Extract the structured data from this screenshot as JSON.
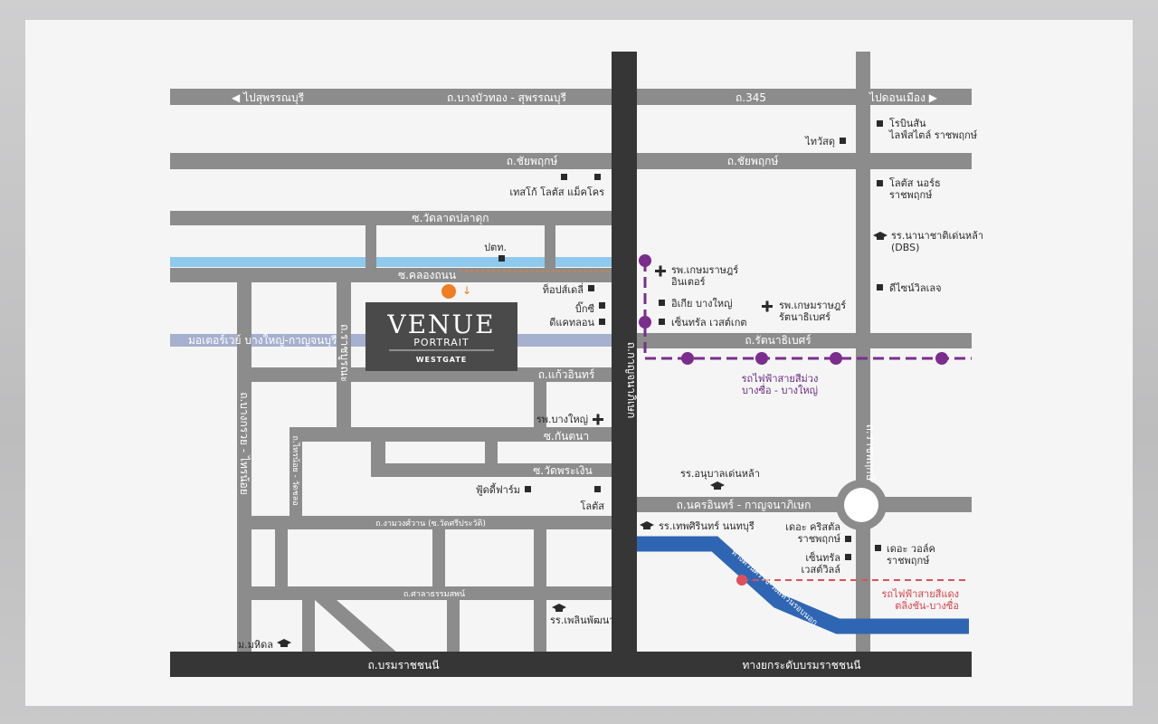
{
  "colors": {
    "road": "#8c8c8c",
    "major_road": "#363636",
    "canal": "#8fc9ec",
    "motorway": "#a6b0cf",
    "expressway": "#2f66b3",
    "purple_line": "#7b2d8e",
    "red_line": "#e0505a",
    "marker": "#ef7d22",
    "venue_box": "#4a4a4a"
  },
  "venue": {
    "name": "VENUE",
    "sub": "PORTRAIT",
    "location": "WESTGATE"
  },
  "roads": {
    "top_left": "◀ ไปสุพรรณบุรี",
    "top_mid": "ถ.บางบัวทอง - สุพรรณบุรี",
    "top_345": "ถ.345",
    "top_right": "ไปดอนเมือง ▶",
    "chaiyapruek_left": "ถ.ชัยพฤกษ์",
    "chaiyapruek_right": "ถ.ชัยพฤกษ์",
    "wat_lat": "ซ.วัดลาดปลาดุก",
    "khlong_thanon": "ซ.คลองถนน",
    "motorway": "มอเตอร์เวย์ บางใหญ่-กาญจนบุรี",
    "rattanathibet": "ถ.รัตนาธิเบศร์",
    "kaew_in": "ถ.แก้วอินทร์",
    "kanchanaphisek": "ถ.กาญจนาภิเษก",
    "ratchaphruek": "ถ.ราชพฤกษ์",
    "kantana": "ซ.กันตนา",
    "wat_phra_ngoen": "ซ.วัดพระเงิน",
    "nakhon_in": "ถ.นครอินทร์ - กาญจนาภิเษก",
    "sadet": "ถ.ราชบูรณะ",
    "bang_kruai": "ถ.บางกรวย - ไทรน้อย",
    "wat_chalo": "ถ.ไทรน้อย - วัดชลอ",
    "ngam_wongwan": "ถ.งามวงศ์วาน (ซ.วัดศรีประวัติ)",
    "sala_thammasop": "ถ.ศาลาธรรมสพน์",
    "borommaratchachonnani": "ถ.บรมราชชนนี",
    "elevated": "ทางยกระดับบรมราชชนนี",
    "expressway": "ทางด่วนศรีรัช-วงแหวนรอบนอก"
  },
  "places": {
    "robinson": "โรบินสัน\nไลฟ์สไตล์ ราชพฤกษ์",
    "lotus_north": "โลตัส นอร์ธ\nราชพฤกษ์",
    "dbs": "รร.นานาชาติเด่นหล้า\n(DBS)",
    "design_village": "ดีไซน์วิลเลจ",
    "thai_watsadu": "ไทวัสดุ",
    "tesco_makro": "เทสโก้ โลตัส  แม็คโคร",
    "ptt": "ปตท.",
    "tops": "ท็อปส์เดลี่",
    "bigc": "บิ๊กซี",
    "dcathlon": "ดีแคทลอน",
    "kasemrad_inter": "รพ.เกษมราษฎร์\nอินเตอร์",
    "ikea": "อิเกีย บางใหญ่",
    "central_westgate": "เซ็นทรัล เวสต์เกต",
    "kasemrad_ratana": "รพ.เกษมราษฎร์\nรัตนาธิเบศร์",
    "bangyai_hosp": "รพ.บางใหญ่",
    "foodie_farm": "ฟู้ดดี้ฟาร์ม",
    "lotus_small": "โลตัส",
    "anuban": "รร.อนุบาลเด่นหล้า",
    "thepsirin": "รร.เทพศิรินทร์ นนทบุรี",
    "crystal": "เดอะ คริสตัล\nราชพฤกษ์",
    "central_westville": "เซ็นทรัล\nเวสต์วิลล์",
    "walk": "เดอะ วอล์ค\nราชพฤกษ์",
    "phlin": "รร.เพลินพัฒนา",
    "mahidol": "ม.มหิดล"
  },
  "lines": {
    "purple": "รถไฟฟ้าสายสีม่วง\nบางซื่อ - บางใหญ่",
    "red": "รถไฟฟ้าสายสีแดง\nตลิ่งชัน-บางซื่อ"
  }
}
